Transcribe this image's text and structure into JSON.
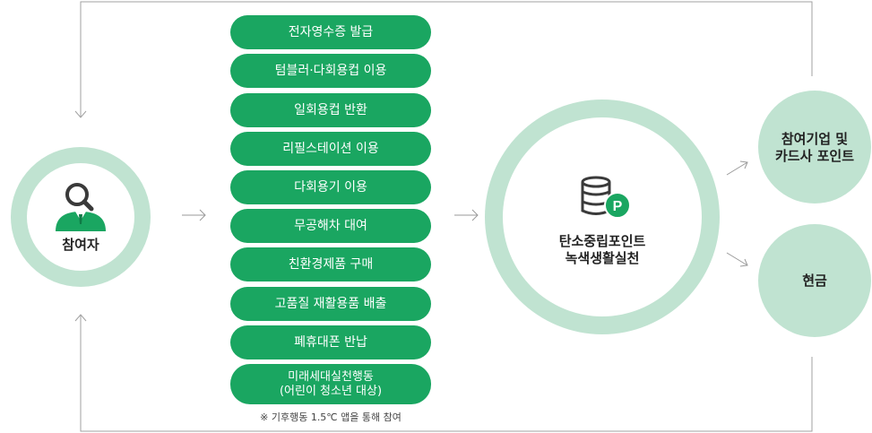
{
  "participant": {
    "label": "참여자",
    "icon": "user-search-icon"
  },
  "activities": [
    {
      "label": "전자영수증 발급"
    },
    {
      "label": "텀블러·다회용컵 이용"
    },
    {
      "label": "일회용컵 반환"
    },
    {
      "label": "리필스테이션 이용"
    },
    {
      "label": "다회용기 이용"
    },
    {
      "label": "무공해차 대여"
    },
    {
      "label": "친환경제품 구매"
    },
    {
      "label": "고품질 재활용품 배출"
    },
    {
      "label": "폐휴대폰 반납"
    },
    {
      "label": "미래세대실천행동",
      "sub": "(어린이 청소년 대상)"
    }
  ],
  "note": "※ 기후행동 1.5℃ 앱을 통해 참여",
  "center": {
    "line1": "탄소중립포인트",
    "line2": "녹색생활실천",
    "icon": "coins-point-icon"
  },
  "rewards": [
    {
      "line1": "참여기업 및",
      "line2": "카드사 포인트"
    },
    {
      "line1": "현금"
    }
  ],
  "colors": {
    "pill": "#1aa661",
    "ring": "#c0e3d1",
    "icon": "#1aa661",
    "icon_dark": "#3a3a3a",
    "arrow": "#9a9a9a",
    "line": "#a0a0a0"
  }
}
